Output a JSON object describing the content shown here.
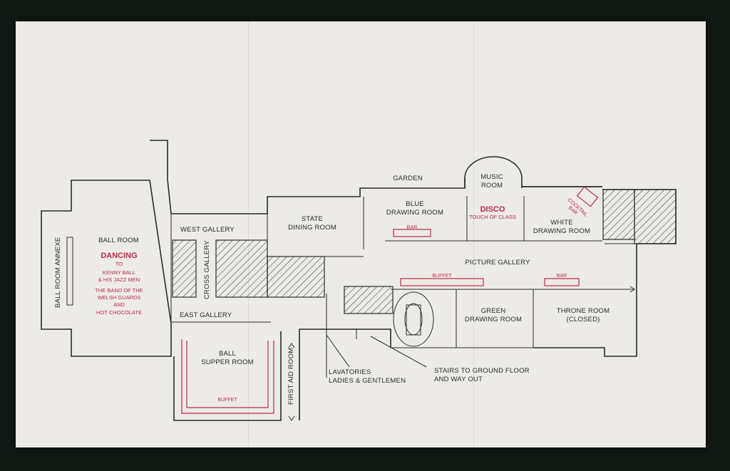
{
  "rooms": {
    "ball_room": "BALL ROOM",
    "ball_room_annexe": "BALL ROOM ANNEXE",
    "west_gallery": "WEST GALLERY",
    "cross_gallery": "CROSS GALLERY",
    "east_gallery": "EAST GALLERY",
    "state_dining_room": [
      "STATE",
      "DINING ROOM"
    ],
    "garden": "GARDEN",
    "music_room": [
      "MUSIC",
      "ROOM"
    ],
    "blue_drawing_room": [
      "BLUE",
      "DRAWING ROOM"
    ],
    "white_drawing_room": [
      "WHITE",
      "DRAWING ROOM"
    ],
    "picture_gallery": "PICTURE GALLERY",
    "green_drawing_room": [
      "GREEN",
      "DRAWING ROOM"
    ],
    "throne_room": [
      "THRONE ROOM",
      "(CLOSED)"
    ],
    "ball_supper_room": [
      "BALL",
      "SUPPER ROOM"
    ],
    "first_aid_room": "FIRST AID ROOM",
    "lavatories": [
      "LAVATORIES",
      "LADIES & GENTLEMEN"
    ],
    "stairs": [
      "STAIRS TO GROUND FLOOR",
      "AND WAY OUT"
    ]
  },
  "events": {
    "dancing_title": "DANCING",
    "dancing_lines": [
      "TO",
      "KENNY BALL",
      "& HIS JAZZ MEN",
      "THE BAND OF THE",
      "WELSH GUARDS",
      "AND",
      "HOT CHOCOLATE"
    ],
    "disco_title": "DISCO",
    "disco_sub": "TOUCH OF CLASS",
    "cocktail_bar": [
      "COCKTAIL",
      "BAR"
    ]
  },
  "service": {
    "bar": "BAR",
    "buffet": "BUFFET"
  },
  "colors": {
    "paper": "#ecebe7",
    "ink": "#2b2b2b",
    "accent_red": "#c0284a",
    "background": "#101814"
  }
}
